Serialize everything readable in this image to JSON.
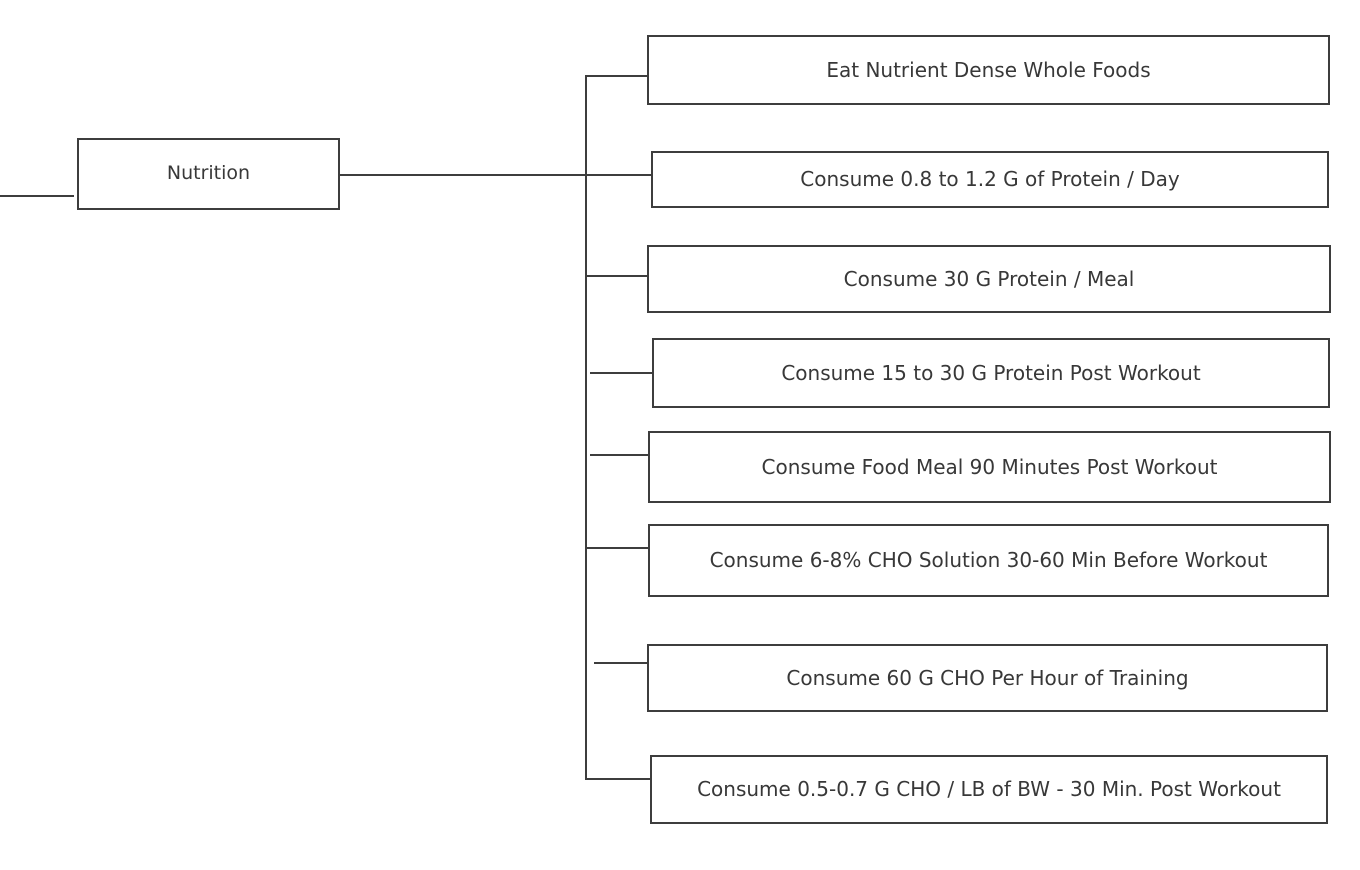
{
  "diagram": {
    "type": "tree",
    "root": {
      "label": "Nutrition"
    },
    "children": [
      {
        "label": "Eat Nutrient Dense Whole Foods"
      },
      {
        "label": "Consume 0.8 to 1.2 G of Protein / Day"
      },
      {
        "label": "Consume 30 G Protein / Meal"
      },
      {
        "label": "Consume 15 to 30 G Protein Post Workout"
      },
      {
        "label": "Consume Food Meal 90 Minutes Post Workout"
      },
      {
        "label": "Consume 6-8% CHO Solution 30-60 Min Before Workout"
      },
      {
        "label": "Consume 60 G CHO Per Hour of Training"
      },
      {
        "label": "Consume 0.5-0.7 G CHO / LB of BW - 30 Min. Post Workout"
      }
    ],
    "colors": {
      "background": "#ffffff",
      "node_fill": "#ffffff",
      "node_border": "#3d3d3d",
      "connector": "#3d3d3d",
      "text": "#383838"
    }
  }
}
